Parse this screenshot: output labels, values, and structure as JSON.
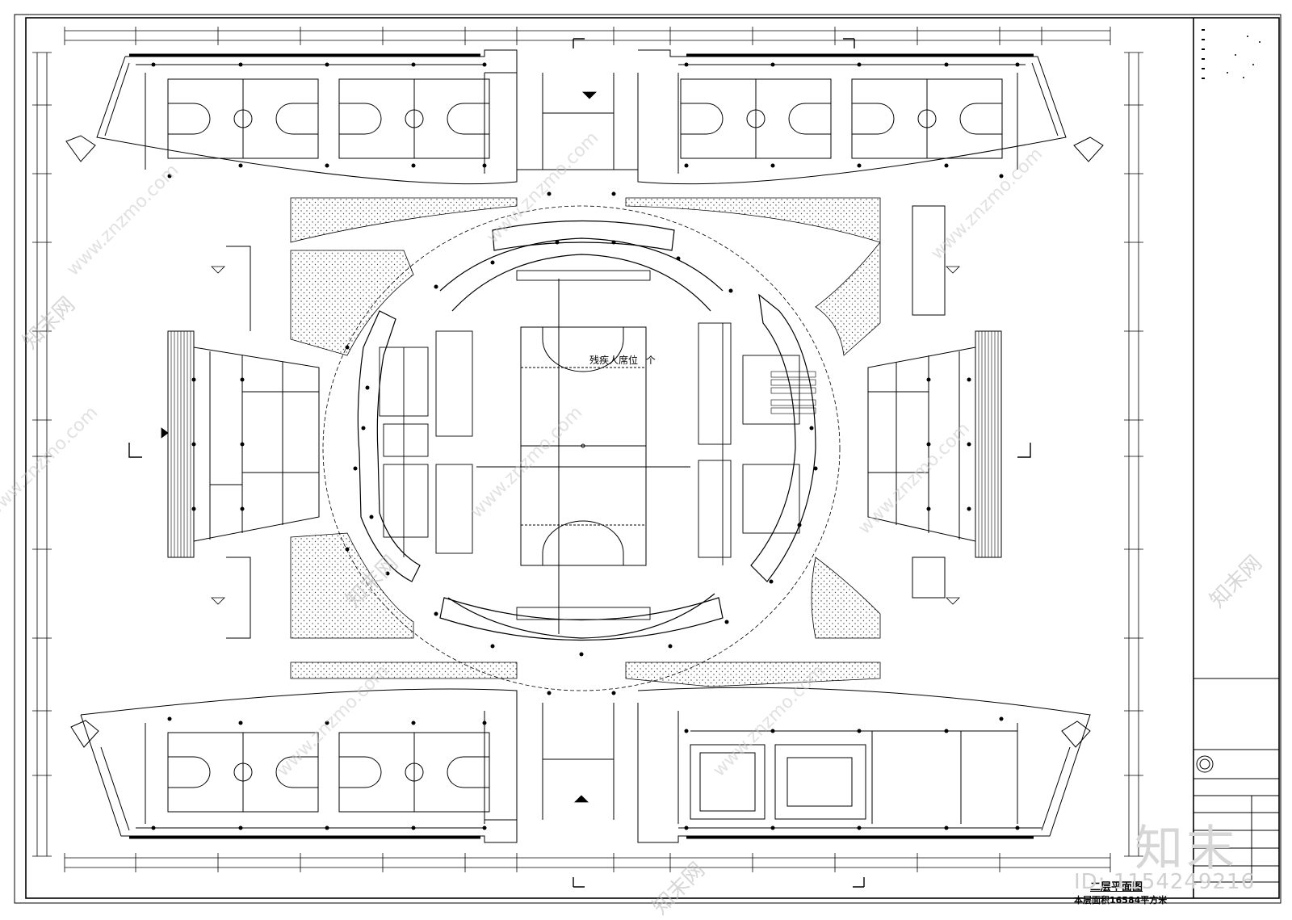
{
  "drawing": {
    "title": "二层平面图",
    "area_note": "本层面积16584平方米",
    "seat_label": "残疾人席位",
    "seat_unit": "个"
  },
  "watermarks": {
    "url": "www.znzmo.com",
    "brand_cn": "知末网"
  },
  "logo": {
    "brand": "知末",
    "id_text": "ID: 1154249216"
  },
  "colors": {
    "line": "#000000",
    "hatch": "#333333",
    "watermark": "#c8c8c8"
  }
}
